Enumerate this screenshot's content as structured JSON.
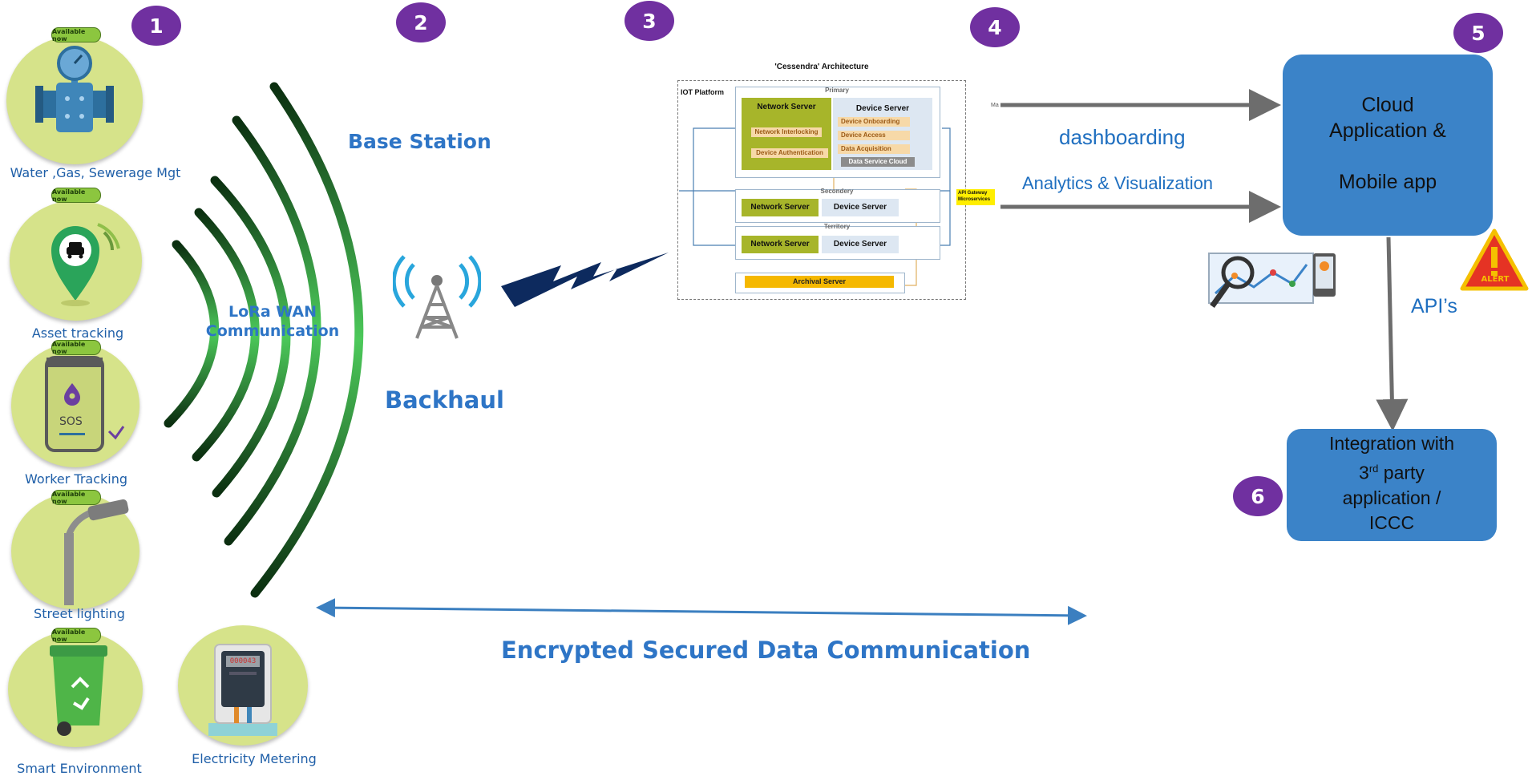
{
  "step_numbers": [
    "1",
    "2",
    "3",
    "4",
    "5",
    "6"
  ],
  "badge_text": "Available now",
  "devices": {
    "water": "Water ,Gas, Sewerage Mgt",
    "asset": "Asset tracking",
    "worker": "Worker Tracking",
    "street": "Street lighting",
    "environment": "Smart Environment",
    "electricity": "Electricity Metering"
  },
  "sos_text": "SOS",
  "meter_reading": "000043",
  "lora": {
    "line1": "LoRa WAN",
    "line2": "Communication"
  },
  "base_station": "Base Station",
  "backhaul": "Backhaul",
  "architecture": {
    "title": "'Cessendra' Architecture",
    "iot_platform": "IOT Platform",
    "primary": "Primary",
    "secondary": "Secondery",
    "territory": "Territory",
    "network_server": "Network Server",
    "device_server": "Device Server",
    "network_interlocking": "Network Interlocking",
    "device_authentication": "Device Authentication",
    "device_onboarding": "Device Onboarding",
    "device_access": "Device Access",
    "data_acquisition": "Data Acquisition",
    "data_service_cloud": "Data Service Cloud",
    "archival_server": "Archival Server",
    "api_gateway": "API Gateway Microservices",
    "ma_label": "Ma"
  },
  "flows": {
    "dashboarding": "dashboarding",
    "analytics": "Analytics & Visualization",
    "apis": "API’s",
    "encrypted": "Encrypted Secured Data Communication"
  },
  "cloud": {
    "line1": "Cloud",
    "line2": "Application &",
    "line3": "Mobile app"
  },
  "integration": {
    "line1": "Integration with",
    "line2_num": "3",
    "line2_sup": "rd",
    "line2_rest": " party",
    "line3": "application /",
    "line4": "ICCC"
  },
  "alert_text": "ALERT",
  "colors": {
    "purple": "#7030a0",
    "device_green": "#d6e38a",
    "cloud_blue": "#3b83c8",
    "label_blue": "#2e75c6",
    "arrow_gray": "#6d6d6d"
  }
}
